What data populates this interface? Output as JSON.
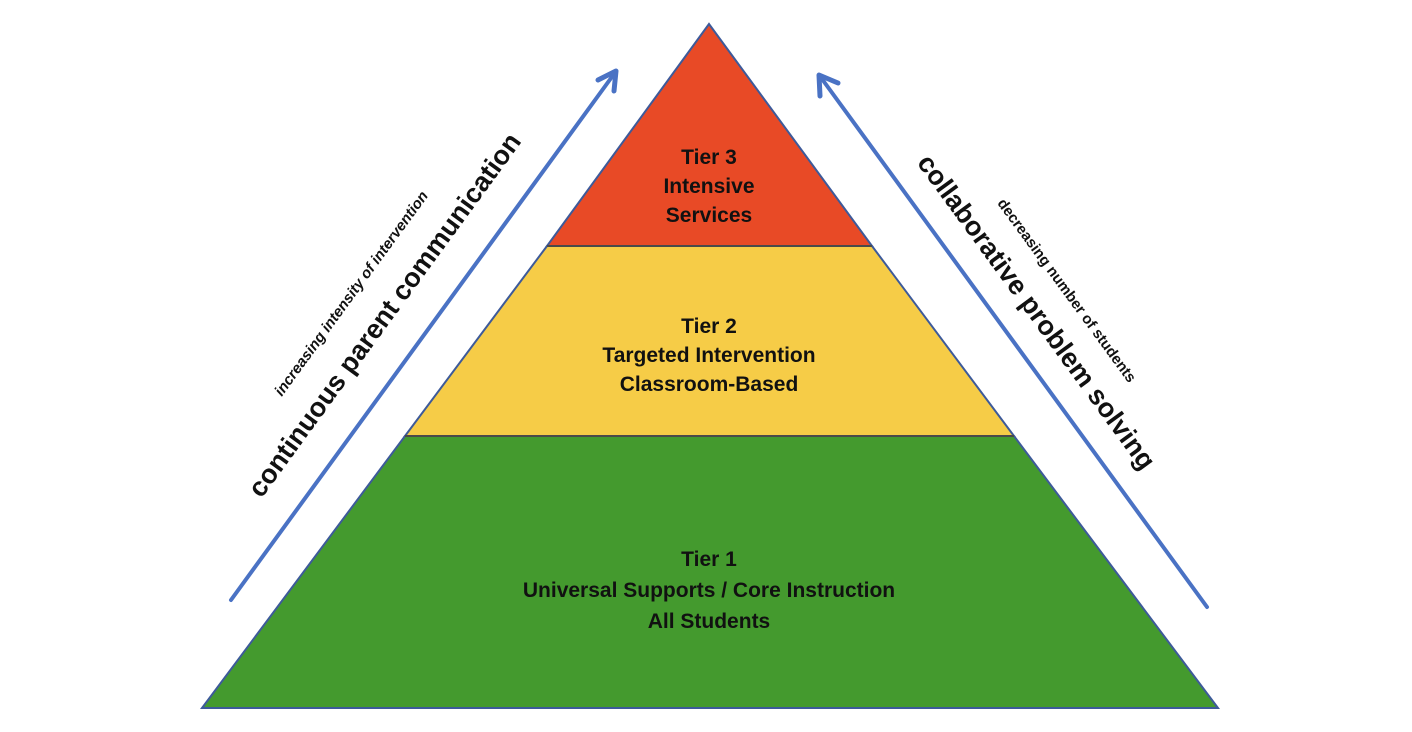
{
  "colors": {
    "tier3": "#e84a26",
    "tier2": "#f6cc47",
    "tier1": "#449a2e",
    "arrow": "#4a72c4",
    "outline": "#3d5a9a"
  },
  "tiers": [
    {
      "id": "tier3",
      "lines": [
        "Tier 3",
        "Intensive",
        "Services"
      ]
    },
    {
      "id": "tier2",
      "lines": [
        "Tier 2",
        "Targeted Intervention",
        "Classroom-Based"
      ]
    },
    {
      "id": "tier1",
      "lines": [
        "Tier 1",
        "Universal Supports / Core Instruction",
        "All Students"
      ]
    }
  ],
  "left_side": {
    "main_label": "continuous parent communication",
    "sub_label": "increasing intensity of intervention",
    "arrow_icon": "arrow-up-right-icon"
  },
  "right_side": {
    "main_label": "collaborative problem solving",
    "sub_label": "decreasing number of students",
    "arrow_icon": "arrow-up-left-icon"
  }
}
